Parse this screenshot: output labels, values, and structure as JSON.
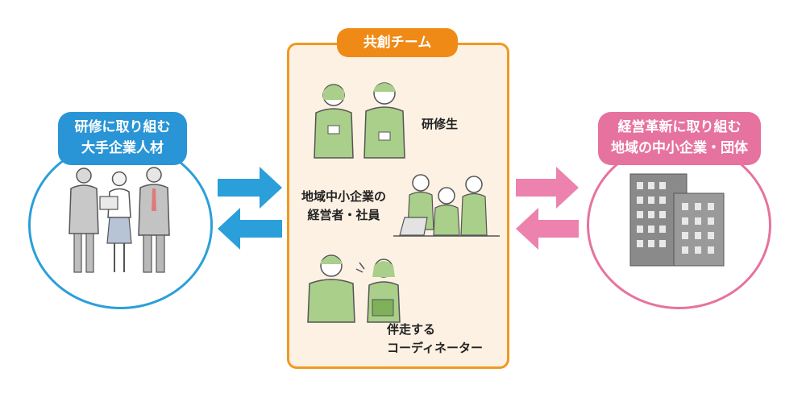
{
  "left_group": {
    "label_line1": "研修に取り組む",
    "label_line2": "大手企業人材",
    "color": "#2a95d6"
  },
  "team": {
    "title": "共創チーム",
    "color": "#ef8a17",
    "roles": {
      "trainee": "研修生",
      "managers_line1": "地域中小企業の",
      "managers_line2": "経営者・社員",
      "coordinator_line1": "伴走する",
      "coordinator_line2": "コーディネーター"
    }
  },
  "right_group": {
    "label_line1": "経営革新に取り組む",
    "label_line2": "地域の中小企業・団体",
    "color": "#e6739f"
  },
  "icons": [
    "business-people-illustration",
    "trainees-illustration",
    "meeting-illustration",
    "coordinator-illustration",
    "office-building-illustration"
  ]
}
